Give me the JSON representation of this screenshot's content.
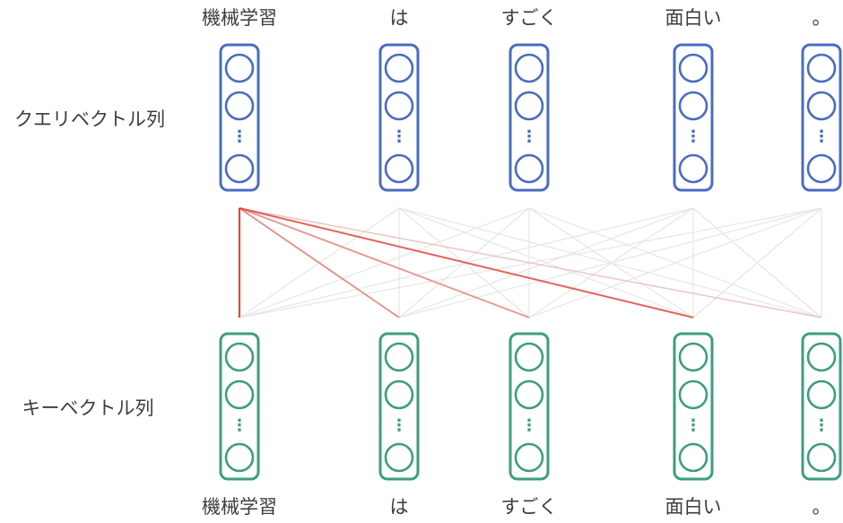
{
  "row_labels": {
    "query": "クエリベクトル列",
    "key": "キーベクトル列"
  },
  "tokens": [
    "機械学習",
    "は",
    "すごく",
    "面白い",
    "。"
  ],
  "vector_ellipsis": "⋮",
  "colors": {
    "query": "#4a6cc0",
    "key": "#3d9e7e",
    "attention": "#e0453a",
    "faint_line": "#e6e6e6",
    "text": "#3c3c3c"
  },
  "attention": {
    "from_query_token": 0,
    "weights": [
      1.0,
      0.55,
      0.5,
      0.8,
      0.18
    ]
  }
}
